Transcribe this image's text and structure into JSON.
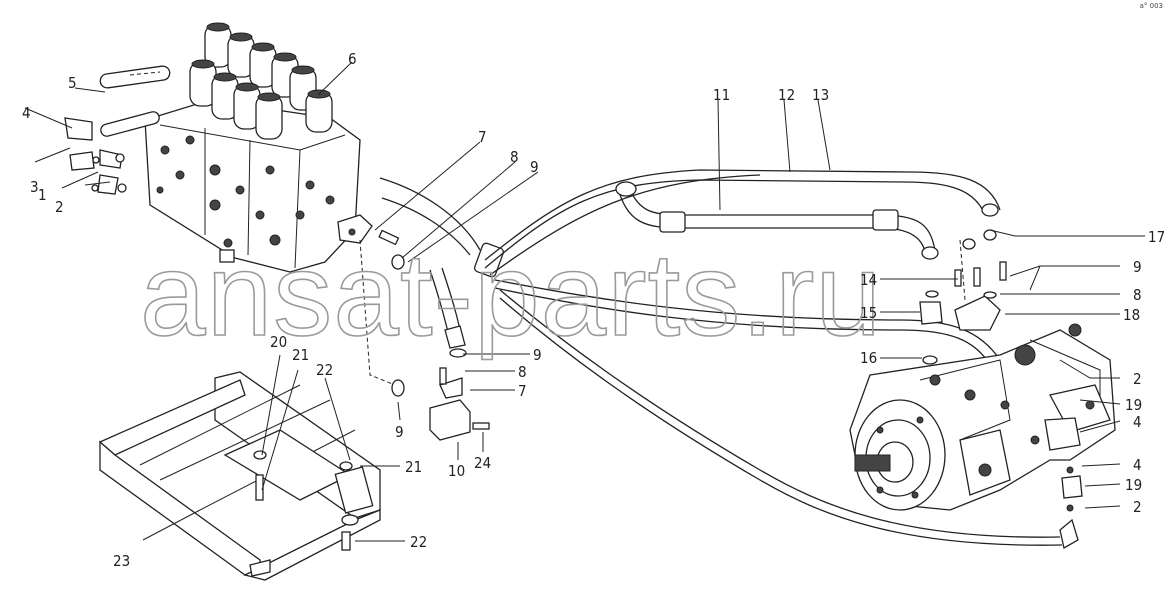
{
  "watermark": "ansat-parts.ru",
  "corner_mark": "a° 003",
  "part_labels": {
    "p1": "1",
    "p2": "2",
    "p3": "3",
    "p4": "4",
    "p5": "5",
    "p6": "6",
    "p7": "7",
    "p8": "8",
    "p9": "9",
    "p10": "10",
    "p11": "11",
    "p12": "12",
    "p13": "13",
    "p14": "14",
    "p15": "15",
    "p16": "16",
    "p17": "17",
    "p18": "18",
    "p19": "19",
    "p20": "20",
    "p21": "21",
    "p22": "22",
    "p23": "23",
    "p24": "24"
  }
}
